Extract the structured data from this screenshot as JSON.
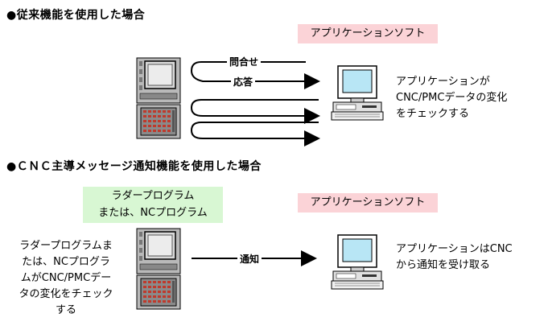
{
  "section1": {
    "heading": "●従来機能を使用した場合",
    "app_box": "アプリケーションソフト",
    "query_label": "問合せ",
    "response_label": "応答",
    "description": [
      "アプリケーションが",
      "CNC/PMCデータの変化",
      "をチェックする"
    ]
  },
  "section2": {
    "heading": "●ＣＮＣ主導メッセージ通知機能を使用した場合",
    "ladder_box": [
      "ラダープログラム",
      "または、NCプログラム"
    ],
    "app_box": "アプリケーションソフト",
    "notify_label": "通知",
    "left_description": [
      "ラダープログラムま",
      "たは、NCプログラ",
      "ムがCNC/PMCデー",
      "タの変化をチェック",
      "する"
    ],
    "right_description": [
      "アプリケーションはCNC",
      "から通知を受け取る"
    ]
  },
  "colors": {
    "app_box_bg": "#fbd3d7",
    "ladder_box_bg": "#d8f7d3"
  }
}
